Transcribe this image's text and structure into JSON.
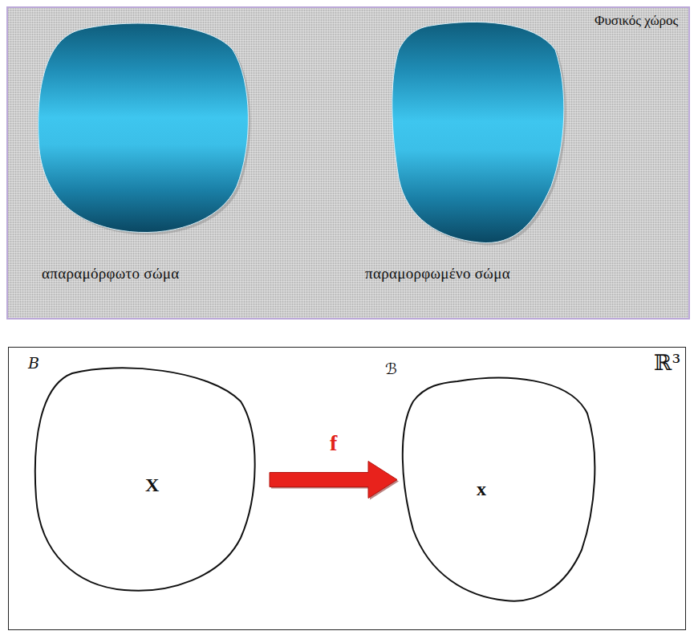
{
  "diagram": {
    "nodes": [
      {
        "text": [
          "Φυσικός χώρος"
        ]
      },
      {
        "text": [
          "απαραμόρφωτο σώμα"
        ],
        "in": 0
      },
      {
        "text": [
          "παραμορφωμένο σώμα"
        ],
        "in": 0
      },
      {
        "text": [
          "ℝ³"
        ]
      },
      {
        "text": [
          "B",
          "X"
        ],
        "in": 3
      },
      {
        "text": [
          "ℬ",
          "x"
        ],
        "in": 3
      }
    ],
    "edges": [
      {
        "from": 4,
        "to": 5,
        "arrow": "to",
        "label": "f"
      }
    ]
  }
}
